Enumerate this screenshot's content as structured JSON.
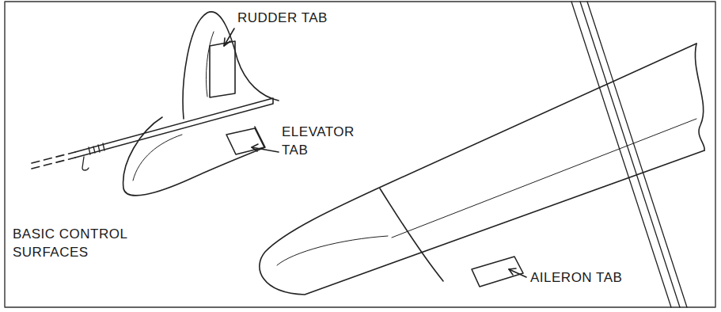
{
  "diagram": {
    "title": "BASIC CONTROL SURFACES",
    "labels": [
      "RUDDER TAB",
      "ELEVATOR TAB",
      "AILERON TAB"
    ]
  }
}
